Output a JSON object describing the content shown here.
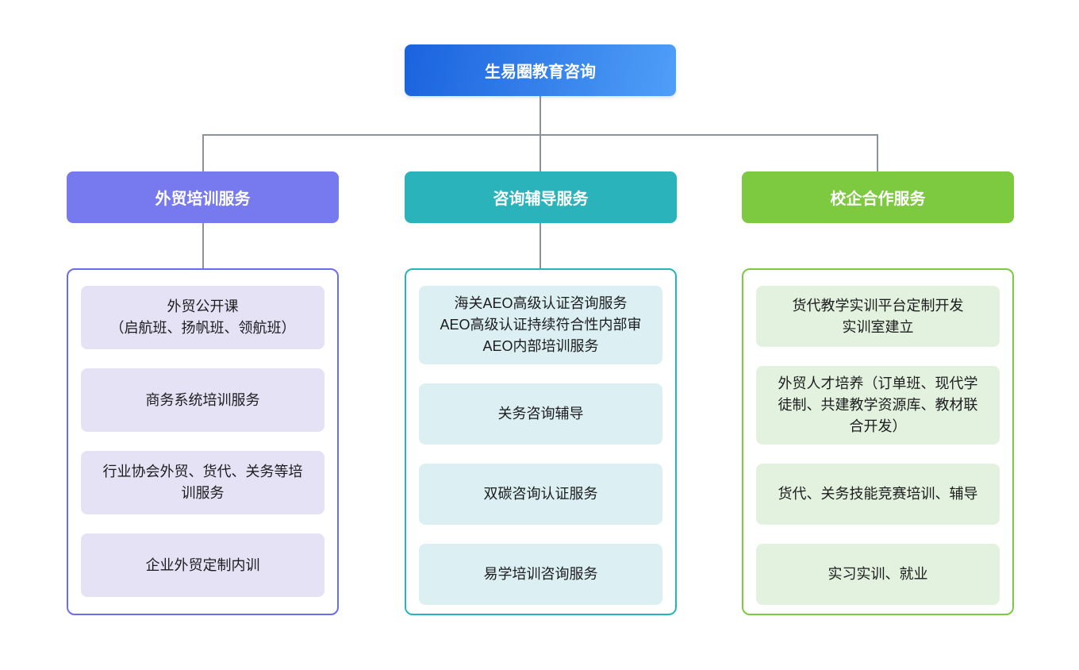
{
  "root": {
    "label": "生易圈教育咨询"
  },
  "branches": [
    {
      "label": "外贸培训服务",
      "items": [
        "外贸公开课\n（启航班、扬帆班、领航班）",
        "商务系统培训服务",
        "行业协会外贸、货代、关务等培\n训服务",
        "企业外贸定制内训"
      ]
    },
    {
      "label": "咨询辅导服务",
      "items": [
        "海关AEO高级认证咨询服务\nAEO高级认证持续符合性内部审\nAEO内部培训服务",
        "关务咨询辅导",
        "双碳咨询认证服务",
        "易学培训咨询服务"
      ]
    },
    {
      "label": "校企合作服务",
      "items": [
        "货代教学实训平台定制开发\n实训室建立",
        "外贸人才培养（订单班、现代学\n徒制、共建教学资源库、教材联\n合开发）",
        "货代、关务技能竞赛培训、辅导",
        "实习实训、就业"
      ]
    }
  ],
  "colors": {
    "root_gradient_start": "#1a63de",
    "root_gradient_end": "#4f9ef8",
    "branch_1_accent": "#7779ef",
    "branch_1_item_bg": "#e5e2f6",
    "branch_2_accent": "#2ab3ba",
    "branch_2_item_bg": "#dcf0f3",
    "branch_3_accent": "#7dc940",
    "branch_3_item_bg": "#e3f2de",
    "connector": "#8b929b",
    "canvas_bg": "#ffffff"
  }
}
